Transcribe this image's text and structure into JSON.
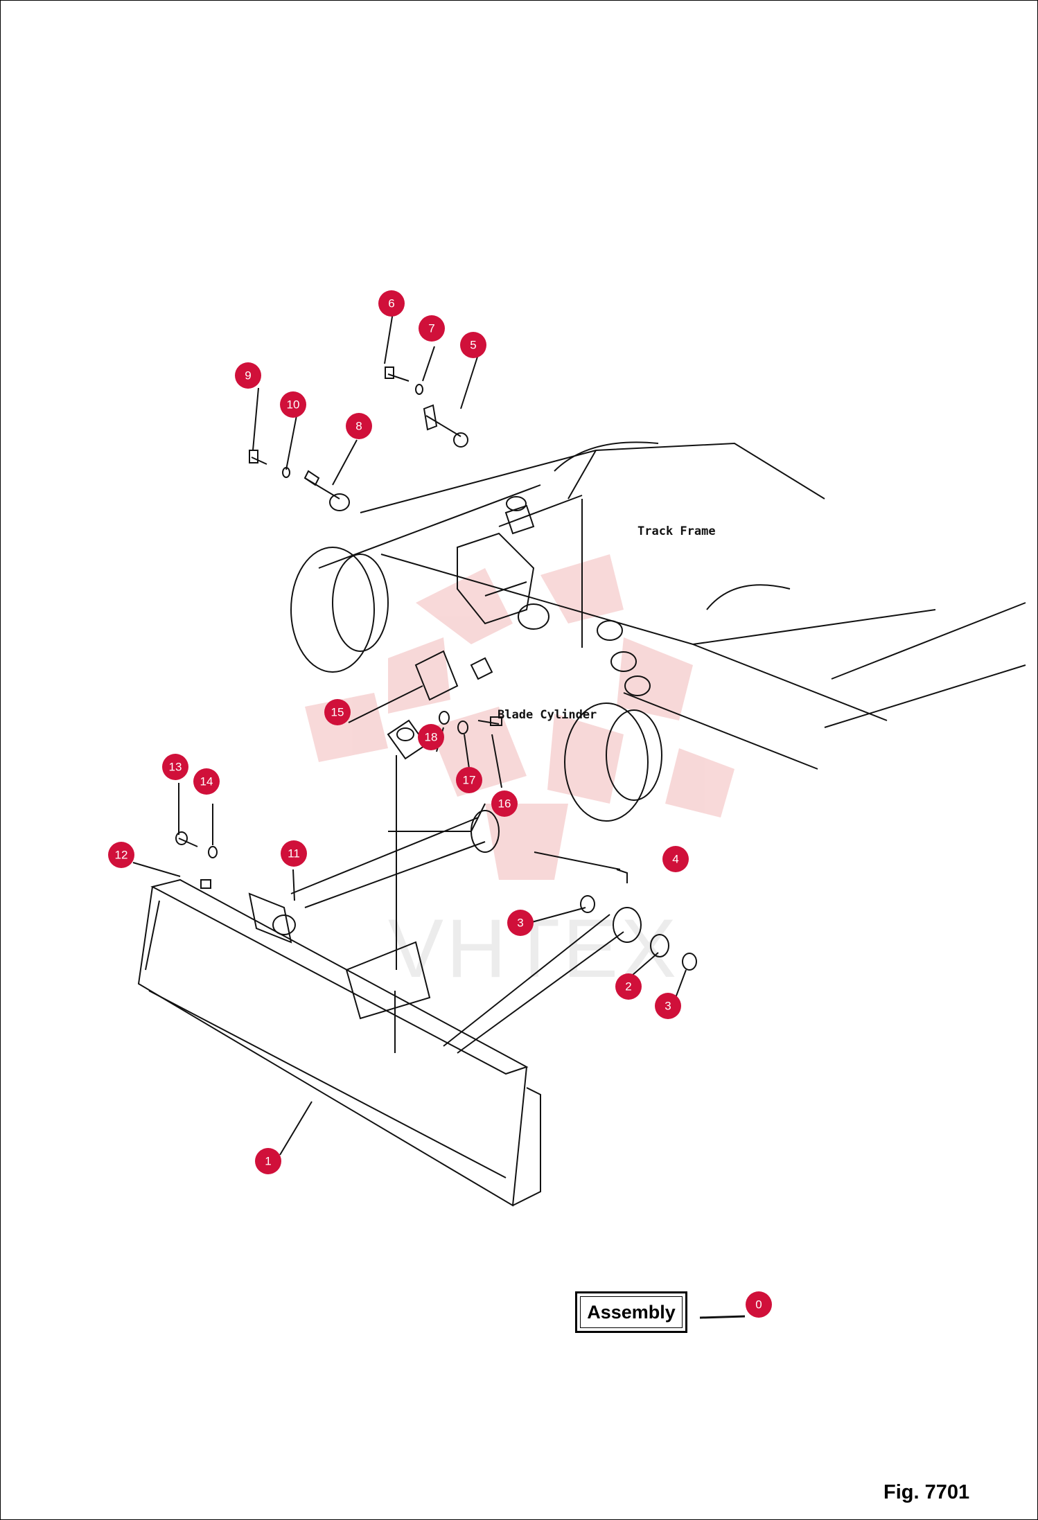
{
  "labels": {
    "track_frame": "Track Frame",
    "blade_cylinder": "Blade Cylinder",
    "assembly": "Assembly",
    "figure": "Fig. 7701",
    "watermark": "VHTEX"
  },
  "callouts": [
    {
      "id": "callout-0",
      "number": "0"
    },
    {
      "id": "callout-1",
      "number": "1"
    },
    {
      "id": "callout-2",
      "number": "2"
    },
    {
      "id": "callout-3a",
      "number": "3"
    },
    {
      "id": "callout-3b",
      "number": "3"
    },
    {
      "id": "callout-4",
      "number": "4"
    },
    {
      "id": "callout-5",
      "number": "5"
    },
    {
      "id": "callout-6",
      "number": "6"
    },
    {
      "id": "callout-7",
      "number": "7"
    },
    {
      "id": "callout-8",
      "number": "8"
    },
    {
      "id": "callout-9",
      "number": "9"
    },
    {
      "id": "callout-10",
      "number": "10"
    },
    {
      "id": "callout-11",
      "number": "11"
    },
    {
      "id": "callout-12",
      "number": "12"
    },
    {
      "id": "callout-13",
      "number": "13"
    },
    {
      "id": "callout-14",
      "number": "14"
    },
    {
      "id": "callout-15",
      "number": "15"
    },
    {
      "id": "callout-16",
      "number": "16"
    },
    {
      "id": "callout-17",
      "number": "17"
    },
    {
      "id": "callout-18",
      "number": "18"
    }
  ],
  "colors": {
    "callout": "#d0103a",
    "watermark": "#f3c9c9",
    "line": "#111111"
  }
}
